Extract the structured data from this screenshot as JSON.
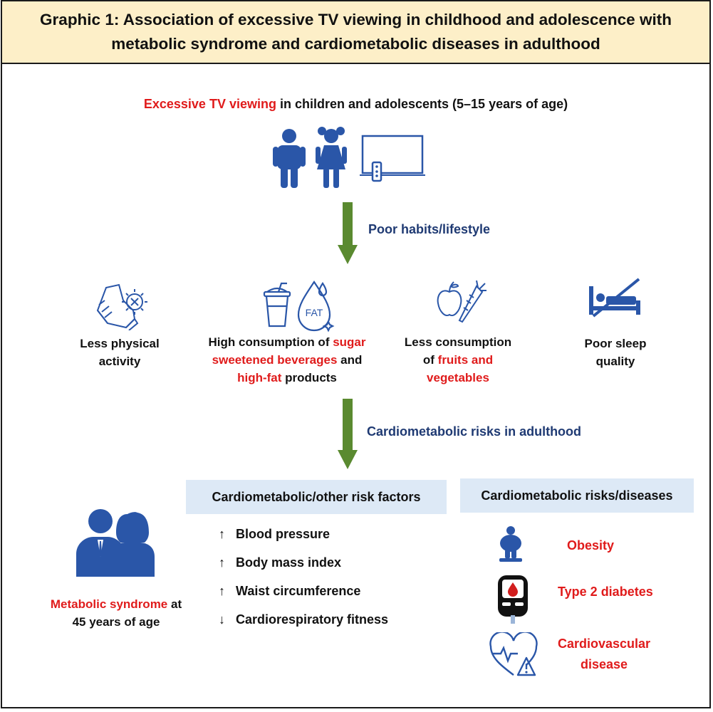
{
  "title": {
    "line1": "Graphic 1: Association of excessive TV viewing in childhood and adolescence with",
    "line2": "metabolic syndrome and cardiometabolic diseases in adulthood"
  },
  "top": {
    "highlight": "Excessive TV viewing",
    "rest": " in children and adolescents (5–15 years of age)"
  },
  "arrows": {
    "first_label": "Poor habits/lifestyle",
    "second_label": "Cardiometabolic risks in adulthood"
  },
  "habits": {
    "physical": {
      "line1": "Less physical",
      "line2": "activity"
    },
    "consumption": {
      "p1": "High consumption of ",
      "r1": "sugar",
      "r2": "sweetened beverages",
      "p2": " and",
      "r3": "high-fat",
      "p3": " products",
      "fat_label": "FAT"
    },
    "fruits": {
      "line1": "Less consumption",
      "p1": "of ",
      "r1": "fruits and",
      "r2": "vegetables"
    },
    "sleep": {
      "line1": "Poor sleep",
      "line2": "quality"
    }
  },
  "sections": {
    "left_header": "Cardiometabolic/other risk factors",
    "right_header": "Cardiometabolic risks/diseases"
  },
  "metabolic": {
    "highlight": "Metabolic syndrome",
    "rest": " at",
    "line2": "45 years of age"
  },
  "risk_factors": [
    {
      "arrow": "↑",
      "label": "Blood pressure"
    },
    {
      "arrow": "↑",
      "label": "Body mass index"
    },
    {
      "arrow": "↑",
      "label": "Waist circumference"
    },
    {
      "arrow": "↓",
      "label": "Cardiorespiratory fitness"
    }
  ],
  "diseases": {
    "obesity": "Obesity",
    "diabetes": "Type 2 diabetes",
    "cardio_line1": "Cardiovascular",
    "cardio_line2": "disease"
  },
  "colors": {
    "title_bg": "#fdefc8",
    "accent_red": "#e01b1b",
    "navy": "#1f3a73",
    "icon_blue": "#2a56a8",
    "arrow_green": "#5a8a30",
    "header_box": "#dde9f6"
  },
  "icons": [
    "boy-icon",
    "girl-icon",
    "tv-icon",
    "shoe-icon",
    "drink-cup-icon",
    "fat-drop-icon",
    "apple-carrot-icon",
    "no-bed-icon",
    "couple-icon",
    "obesity-icon",
    "glucometer-icon",
    "heart-warning-icon"
  ]
}
